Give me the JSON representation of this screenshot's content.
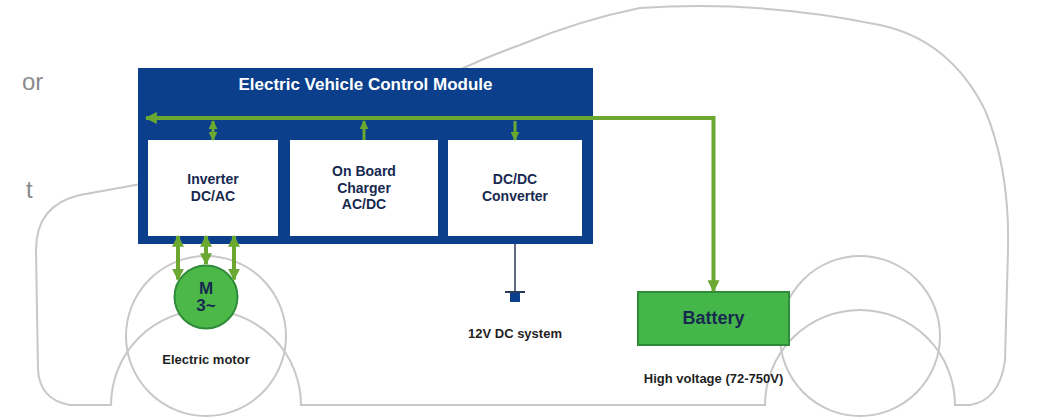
{
  "diagram": {
    "nodes": [
      {
        "text": [
          "Electric Vehicle Control Module"
        ]
      },
      {
        "text": [
          "Inverter DC/AC"
        ],
        "in": 0
      },
      {
        "text": [
          "On Board Charger AC/DC"
        ],
        "in": 0
      },
      {
        "text": [
          "DC/DC Converter"
        ],
        "in": 0
      },
      {
        "text": [
          "M 3~",
          "Electric motor"
        ]
      },
      {
        "text": [
          "Battery",
          "High voltage (72-750V)"
        ]
      }
    ],
    "edges": [
      {
        "from": 5,
        "to": 0,
        "arrow": "both"
      },
      {
        "from": 0,
        "to": 1,
        "arrow": "both"
      },
      {
        "from": 2,
        "to": 0,
        "arrow": "to"
      },
      {
        "from": 0,
        "to": 3,
        "arrow": "to"
      },
      {
        "from": 1,
        "to": 4,
        "arrow": "both"
      },
      {
        "from": 1,
        "to": 4,
        "arrow": "both"
      },
      {
        "from": 1,
        "to": 4,
        "arrow": "both"
      }
    ],
    "labels": [
      "12V DC system",
      "or",
      "t"
    ]
  }
}
